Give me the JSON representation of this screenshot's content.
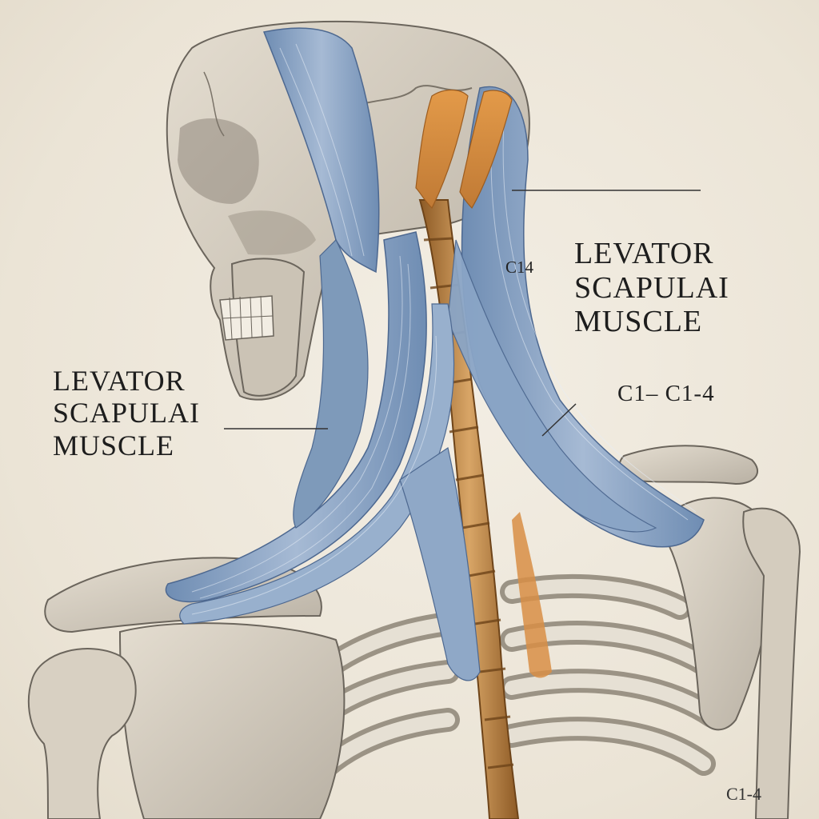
{
  "labels": {
    "left": {
      "line1": "LEVATOR",
      "line2": "SCAPULAI",
      "line3": "MUSCLE"
    },
    "right": {
      "line1": "LEVATOR",
      "line2": "SCAPULAI",
      "line3": "MUSCLE"
    },
    "vertebra_tag_top": "C14",
    "vertebra_range_right": "C1– C1-4",
    "vertebra_range_bottom": "C1-4"
  },
  "colors": {
    "background": "#eee8dc",
    "bone": "#d9d2c4",
    "bone_shadow": "#8a8276",
    "muscle": "#7f9bbd",
    "muscle_light": "#a9bdd6",
    "muscle_orange": "#d9893a",
    "spine": "#b97a35",
    "ink": "#1d1d1d"
  }
}
